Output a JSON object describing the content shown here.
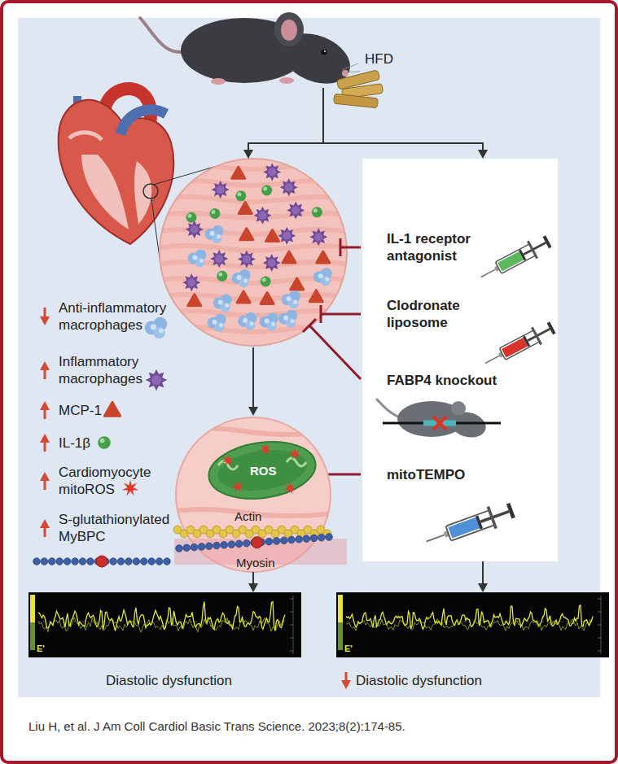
{
  "diagram": {
    "caption": "Liu H, et al. J Am Coll Cardiol Basic Trans Science. 2023;8(2):174-85.",
    "nodes": [
      {
        "text": [
          "HFD"
        ]
      },
      {
        "text": [
          "IL-1 receptor antagonist",
          "Clodronate liposome",
          "FABP4 knockout",
          "mitoTEMPO"
        ]
      },
      {
        "text": [
          "ROS",
          "Actin",
          "Myosin"
        ]
      },
      {
        "text": [
          "E'",
          "Diastolic dysfunction"
        ]
      },
      {
        "text": [
          "E'",
          "Diastolic dysfunction"
        ]
      }
    ],
    "edges": [
      {
        "from": 0,
        "to": 1,
        "arrow": "to"
      },
      {
        "from": 2,
        "to": 3,
        "arrow": "to"
      },
      {
        "from": 1,
        "to": 4,
        "arrow": "to"
      }
    ],
    "legend": [
      {
        "text": "Anti-inflammatory macrophages"
      },
      {
        "text": "Inflammatory macrophages"
      },
      {
        "text": "MCP-1"
      },
      {
        "text": "IL-1β"
      },
      {
        "text": "Cardiomyocyte mitoROS"
      },
      {
        "text": "S-glutathionylated MyBPC"
      }
    ]
  }
}
